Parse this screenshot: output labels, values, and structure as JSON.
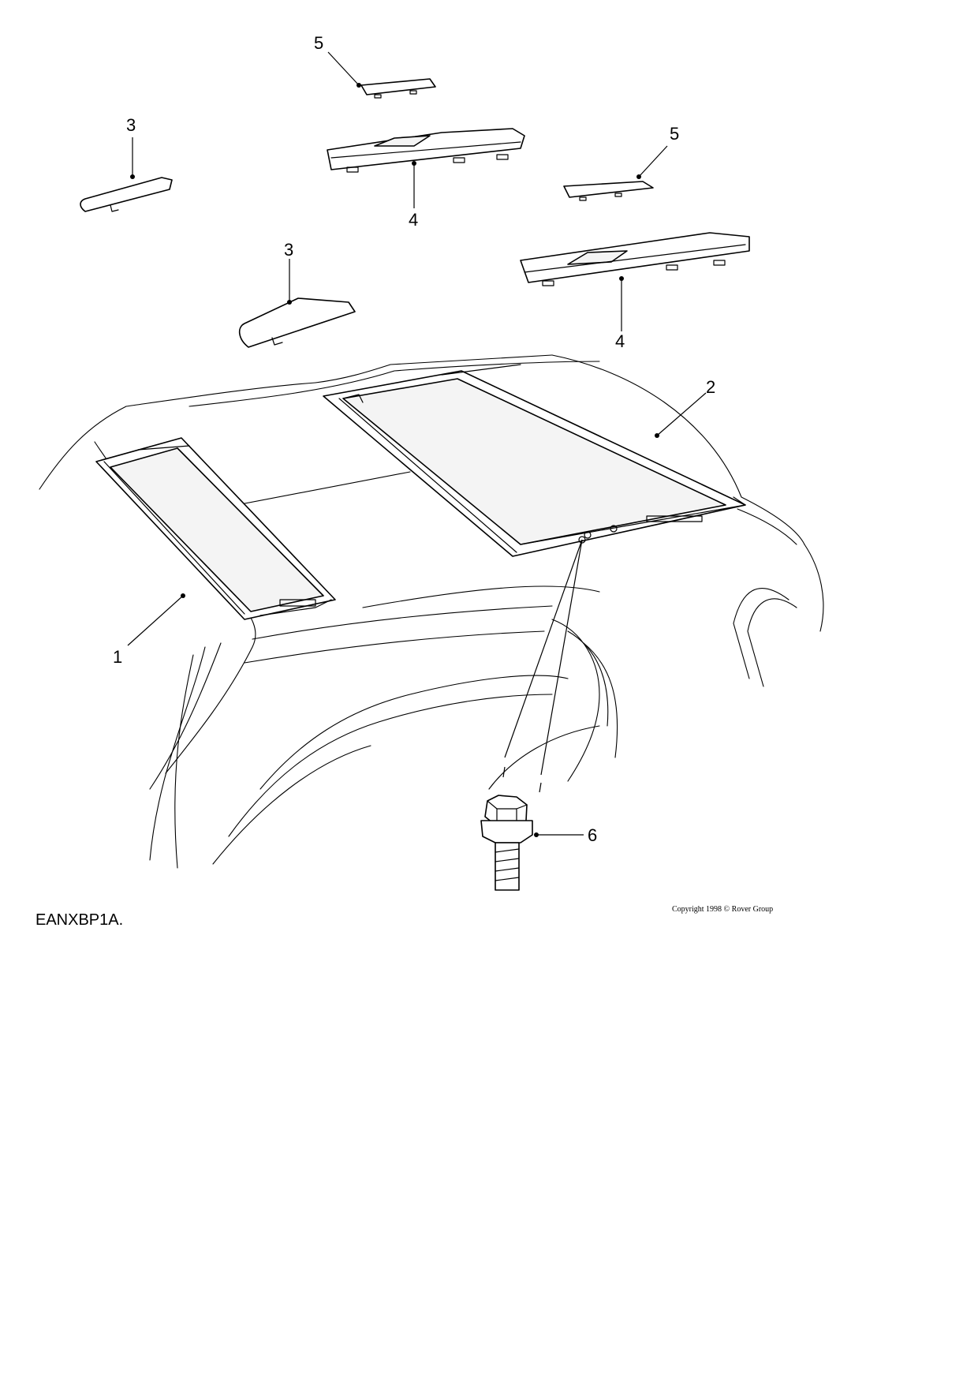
{
  "figure": {
    "reference_code": "EANXBP1A.",
    "copyright": "Copyright 1998 © Rover Group"
  },
  "callouts": [
    {
      "id": "1",
      "label": "1"
    },
    {
      "id": "2",
      "label": "2"
    },
    {
      "id": "3a",
      "label": "3"
    },
    {
      "id": "3b",
      "label": "3"
    },
    {
      "id": "4a",
      "label": "4"
    },
    {
      "id": "4b",
      "label": "4"
    },
    {
      "id": "5a",
      "label": "5"
    },
    {
      "id": "5b",
      "label": "5"
    },
    {
      "id": "6",
      "label": "6"
    }
  ]
}
